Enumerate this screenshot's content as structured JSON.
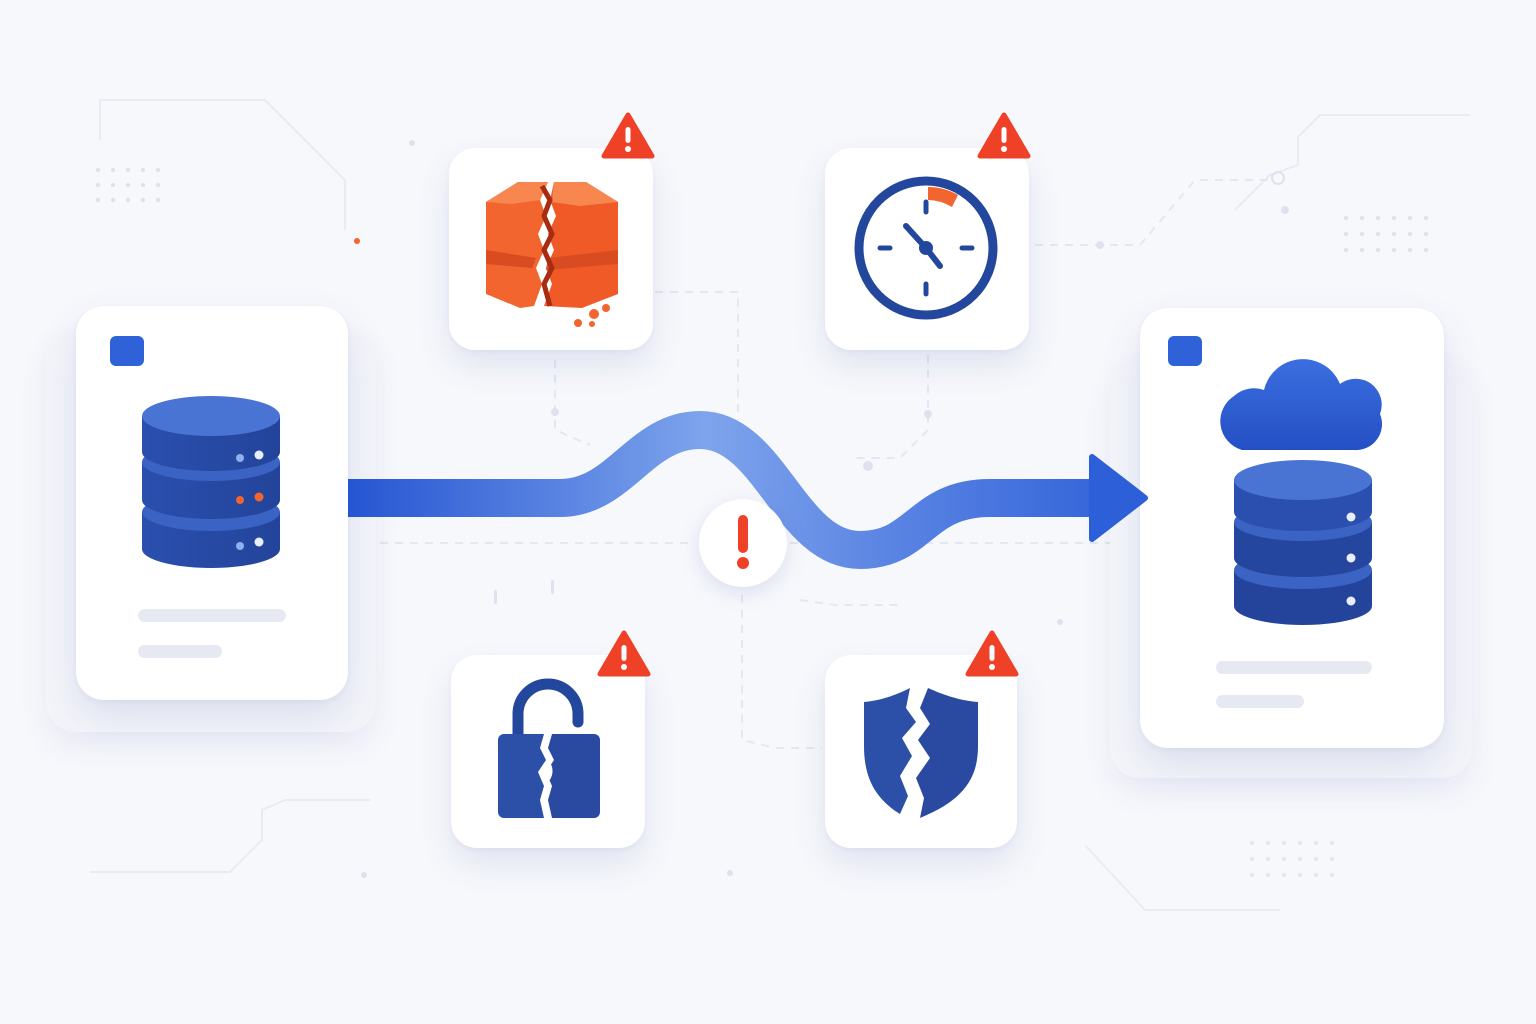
{
  "diagram": {
    "source_node": "source-database",
    "target_node": "cloud-database",
    "risks": [
      {
        "name": "data-corruption",
        "icon": "broken-cube-icon",
        "alert": "warning-triangle-icon"
      },
      {
        "name": "downtime",
        "icon": "clock-icon",
        "alert": "warning-triangle-icon"
      },
      {
        "name": "security-breach",
        "icon": "broken-lock-icon",
        "alert": "warning-triangle-icon"
      },
      {
        "name": "compliance-failure",
        "icon": "broken-shield-icon",
        "alert": "warning-triangle-icon"
      }
    ],
    "center_alert": "exclamation-icon"
  },
  "colors": {
    "primary_blue": "#2f5fd6",
    "dark_blue": "#23479c",
    "warning_red": "#ee4128",
    "orange": "#f2652f",
    "background": "#f7f8fc"
  }
}
